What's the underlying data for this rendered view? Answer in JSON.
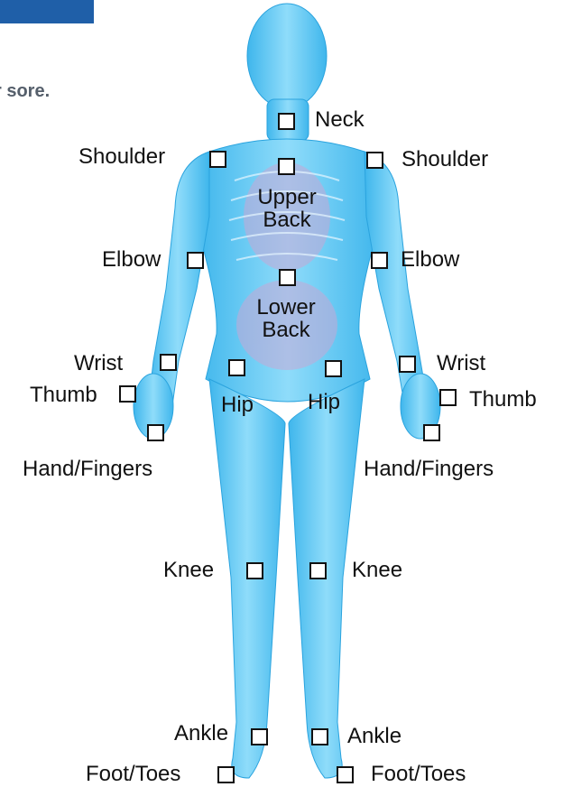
{
  "header": {
    "instruction_text": "r sore."
  },
  "colors": {
    "banner": "#1f5fa8",
    "body": "#5cc8f2",
    "checkbox_border": "#111111"
  },
  "body_parts": {
    "neck": "Neck",
    "shoulder_left": "Shoulder",
    "shoulder_right": "Shoulder",
    "upper_back_line1": "Upper",
    "upper_back_line2": "Back",
    "elbow_left": "Elbow",
    "elbow_right": "Elbow",
    "lower_back_line1": "Lower",
    "lower_back_line2": "Back",
    "wrist_left": "Wrist",
    "wrist_right": "Wrist",
    "thumb_left": "Thumb",
    "thumb_right": "Thumb",
    "hip_left": "Hip",
    "hip_right": "Hip",
    "hand_left": "Hand/Fingers",
    "hand_right": "Hand/Fingers",
    "knee_left": "Knee",
    "knee_right": "Knee",
    "ankle_left": "Ankle",
    "ankle_right": "Ankle",
    "foot_left": "Foot/Toes",
    "foot_right": "Foot/Toes"
  }
}
